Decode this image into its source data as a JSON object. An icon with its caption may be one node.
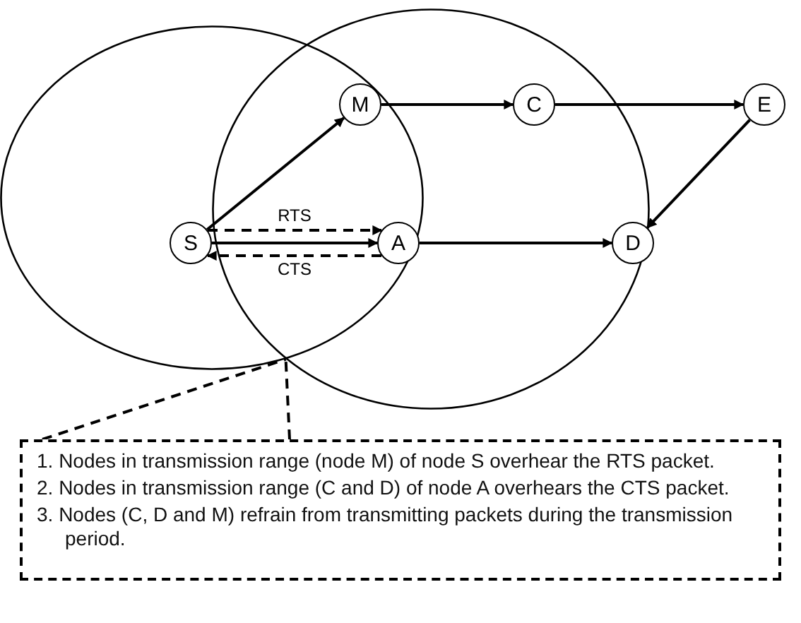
{
  "diagram": {
    "nodes": [
      {
        "text": [],
        "shape": "ellipse"
      },
      {
        "text": [],
        "shape": "ellipse"
      },
      {
        "text": [
          "S"
        ],
        "in": 0
      },
      {
        "text": [
          "M"
        ]
      },
      {
        "text": [
          "A"
        ]
      },
      {
        "text": [
          "C"
        ],
        "in": 1
      },
      {
        "text": [
          "E"
        ]
      },
      {
        "text": [
          "D"
        ],
        "in": 1
      },
      {
        "text": [
          "1. Nodes in transmission range (node M) of node S overhear the RTS packet.",
          "2. Nodes in transmission range (C and D) of node A overhears the CTS packet.",
          "3. Nodes (C, D and M) refrain from transmitting packets during the transmission period."
        ]
      }
    ],
    "edges": [
      {
        "from": 2,
        "to": 3,
        "arrow": "to"
      },
      {
        "from": 3,
        "to": 5,
        "arrow": "to"
      },
      {
        "from": 5,
        "to": 6,
        "arrow": "to"
      },
      {
        "from": 6,
        "to": 7,
        "arrow": "to"
      },
      {
        "from": 2,
        "to": 4,
        "arrow": "to"
      },
      {
        "from": 4,
        "to": 7,
        "arrow": "to"
      },
      {
        "from": 2,
        "to": 4,
        "arrow": "to",
        "label": "RTS",
        "style": "dashed"
      },
      {
        "from": 4,
        "to": 2,
        "arrow": "to",
        "label": "CTS",
        "style": "dashed"
      },
      {
        "from": 8,
        "to": 0,
        "arrow": "none",
        "style": "dashed"
      },
      {
        "from": 8,
        "to": 1,
        "arrow": "none",
        "style": "dashed"
      }
    ]
  }
}
